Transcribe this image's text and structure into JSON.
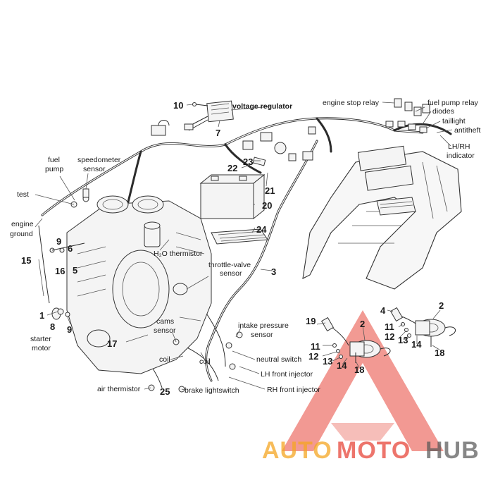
{
  "labels": {
    "voltage_regulator": "voltage regulator",
    "engine_stop_relay": "engine stop relay",
    "fuel_pump_relay": "fuel pump relay",
    "diodes": "diodes",
    "taillight": "taillight",
    "antitheft": "antitheft",
    "lh_rh_indicator_1": "LH/RH",
    "lh_rh_indicator_2": "indicator",
    "fuel_pump_1": "fuel",
    "fuel_pump_2": "pump",
    "speedometer_sensor_1": "speedometer",
    "speedometer_sensor_2": "sensor",
    "test": "test",
    "engine_ground_1": "engine",
    "engine_ground_2": "ground",
    "h2o_thermistor": "H₂O thermistor",
    "throttle_valve_sensor_1": "throttle-valve",
    "throttle_valve_sensor_2": "sensor",
    "starter_motor_1": "starter",
    "starter_motor_2": "motor",
    "cams_sensor_1": "cams",
    "cams_sensor_2": "sensor",
    "intake_pressure_sensor_1": "intake pressure",
    "intake_pressure_sensor_2": "sensor",
    "neutral_switch": "neutral switch",
    "lh_front_injector": "LH front injector",
    "rh_front_injector": "RH front injector",
    "coil_1": "coil",
    "coil_2": "coil",
    "air_thermistor": "air thermistor",
    "brake_lightswitch": "brake lightswitch"
  },
  "numbers": {
    "n10": "10",
    "n7": "7",
    "n23": "23",
    "n22": "22",
    "n21": "21",
    "n20": "20",
    "n24": "24",
    "n3": "3",
    "n9a": "9",
    "n6": "6",
    "n16": "16",
    "n5": "5",
    "n15": "15",
    "n1": "1",
    "n8": "8",
    "n9b": "9",
    "n17": "17",
    "n25": "25",
    "n19": "19",
    "n2a": "2",
    "n11a": "11",
    "n12a": "12",
    "n13a": "13",
    "n14a": "14",
    "n18a": "18",
    "n4": "4",
    "n2b": "2",
    "n11b": "11",
    "n12b": "12",
    "n13b": "13",
    "n14b": "14",
    "n18b": "18"
  },
  "watermark": {
    "auto": "AUTO",
    "moto": "MOTO",
    "hub": "HUB",
    "color_orange": "#f5a623",
    "color_red": "#e8473b",
    "color_dark": "#2b2b2b"
  }
}
